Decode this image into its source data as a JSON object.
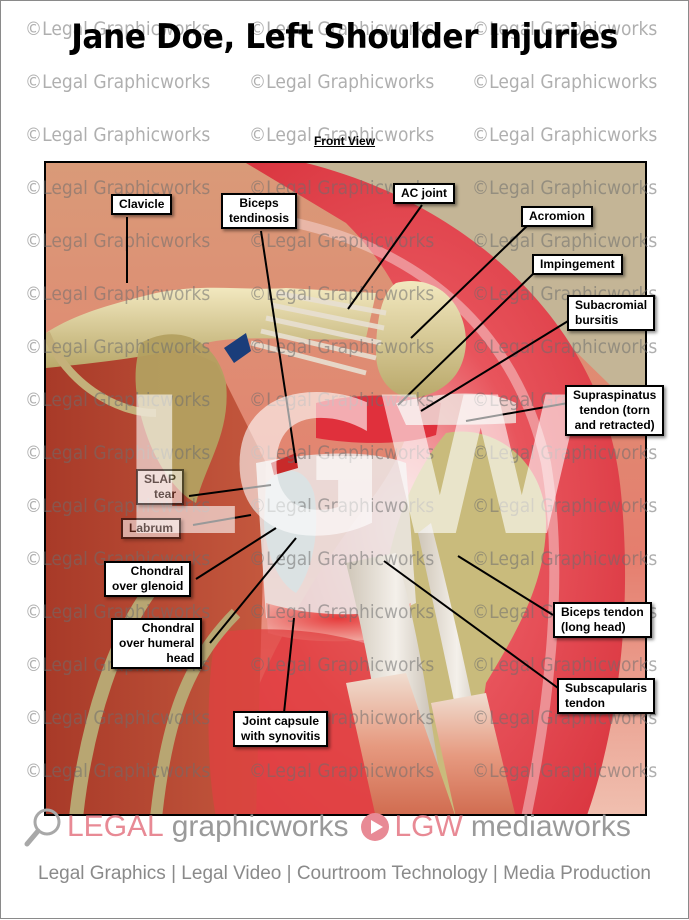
{
  "title": "Jane Doe, Left Shoulder Injuries",
  "subtitle": "Front View",
  "watermark_text": "©Legal Graphicworks",
  "center_watermark": "LGW",
  "labels": {
    "clavicle": "Clavicle",
    "biceps_tendinosis_1": "Biceps",
    "biceps_tendinosis_2": "tendinosis",
    "ac_joint": "AC joint",
    "acromion": "Acromion",
    "impingement": "Impingement",
    "subacromial_1": "Subacromial",
    "subacromial_2": "bursitis",
    "supraspinatus_1": "Supraspinatus",
    "supraspinatus_2": "tendon (torn",
    "supraspinatus_3": "and retracted)",
    "slap_1": "SLAP",
    "slap_2": "tear",
    "labrum": "Labrum",
    "chondral_glenoid_1": "Chondral",
    "chondral_glenoid_2": "over glenoid",
    "chondral_humeral_1": "Chondral",
    "chondral_humeral_2": "over humeral",
    "chondral_humeral_3": "head",
    "joint_capsule_1": "Joint capsule",
    "joint_capsule_2": "with synovitis",
    "biceps_tendon_1": "Biceps tendon",
    "biceps_tendon_2": "(long head)",
    "subscapularis_1": "Subscapularis",
    "subscapularis_2": "tendon"
  },
  "footer": {
    "logo_legal": "LEGAL",
    "logo_graphicworks": "graphicworks",
    "logo_lgw": "LGW",
    "logo_mediaworks": "mediaworks",
    "tagline": "Legal Graphics | Legal Video | Courtroom Technology | Media Production"
  },
  "colors": {
    "muscle_red": "#e0404a",
    "bone": "#d9cc98",
    "background_tan": "#c4b596",
    "muscle_brown": "#b04a32",
    "cartilage_blue": "#7cc3cf",
    "logo_pink": "#e88a95"
  }
}
